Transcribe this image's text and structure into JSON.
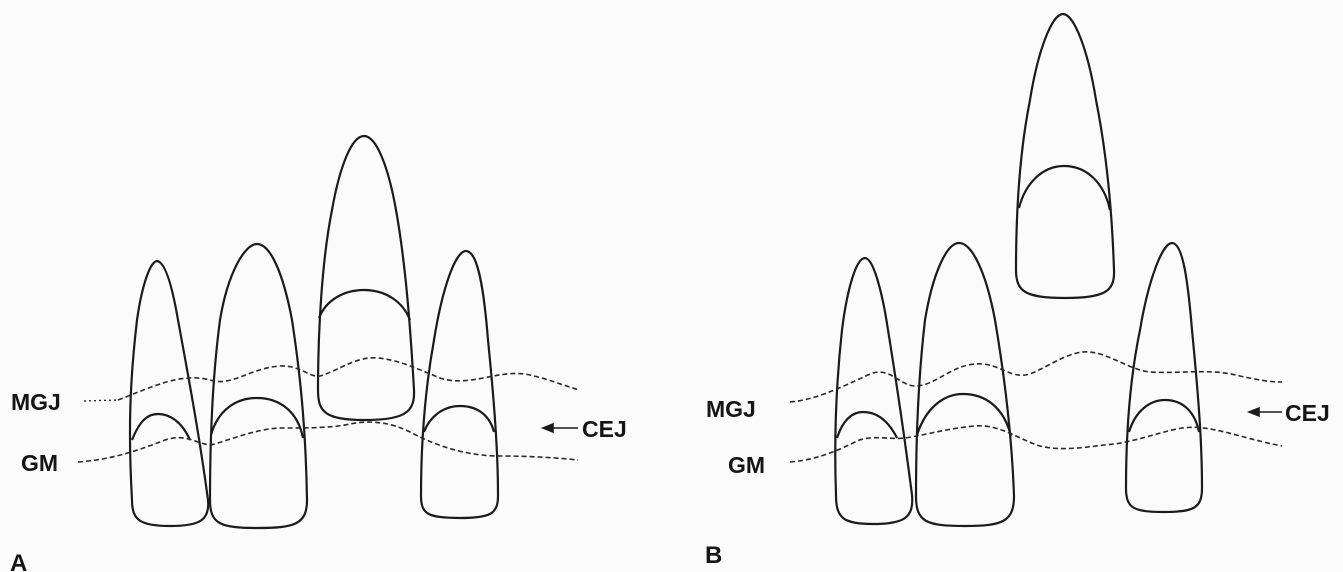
{
  "panels": {
    "a": {
      "panel_label": "A",
      "mgj_label": "MGJ",
      "gm_label": "GM",
      "cej_label": "CEJ"
    },
    "b": {
      "panel_label": "B",
      "mgj_label": "MGJ",
      "gm_label": "GM",
      "cej_label": "CEJ"
    }
  }
}
